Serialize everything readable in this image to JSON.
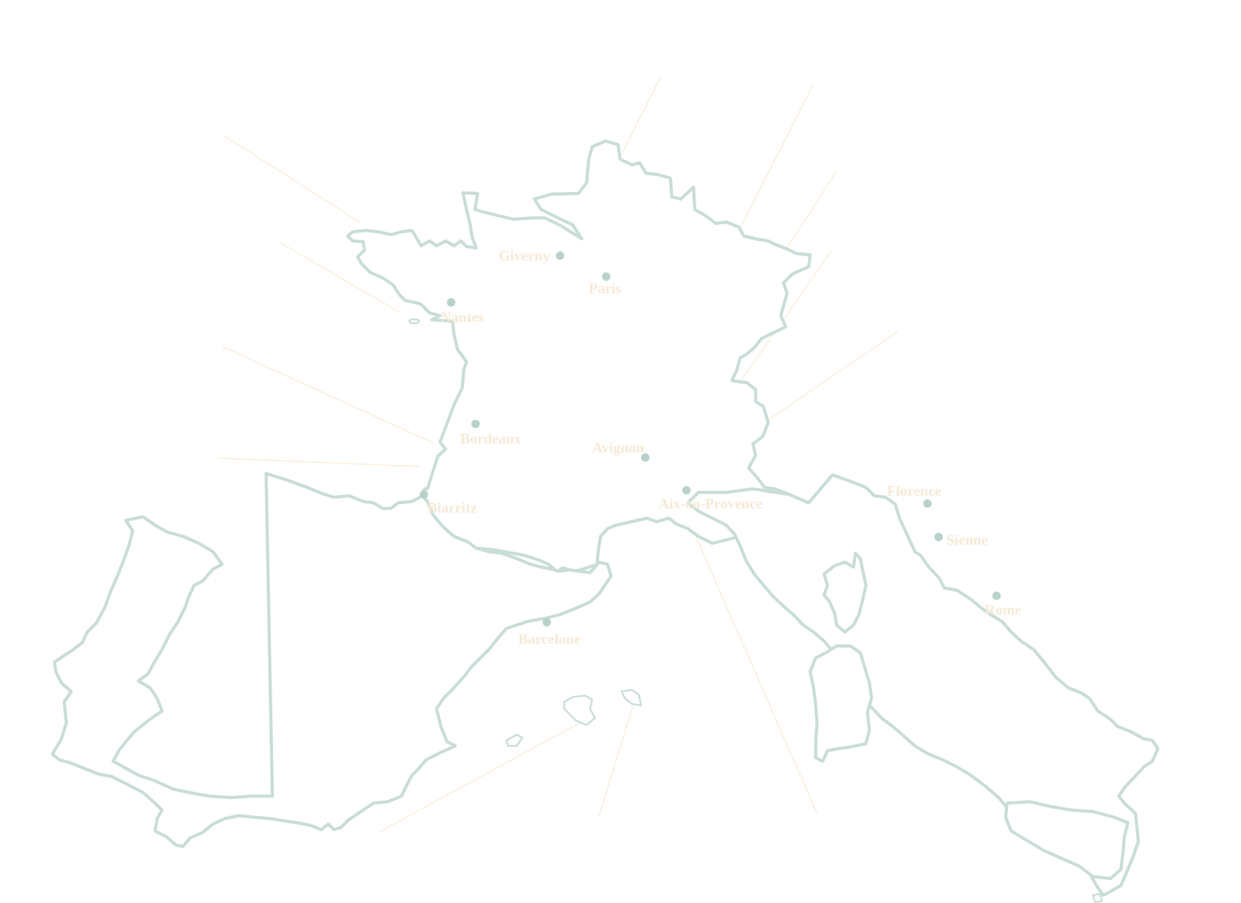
{
  "map": {
    "colors": {
      "background": "#ffffff",
      "coast": "#c9ddd6",
      "dot": "#b8d2ca",
      "label": "#f6ead6",
      "ray": "#f8ecd9"
    },
    "cities": [
      {
        "id": "giverny",
        "name": "Giverny"
      },
      {
        "id": "paris",
        "name": "Paris"
      },
      {
        "id": "nantes",
        "name": "Nantes"
      },
      {
        "id": "bordeaux",
        "name": "Bordeaux"
      },
      {
        "id": "avignon",
        "name": "Avignon"
      },
      {
        "id": "biarritz",
        "name": "Biarritz"
      },
      {
        "id": "aix",
        "name": "Aix-en-Provence"
      },
      {
        "id": "florence",
        "name": "Florence"
      },
      {
        "id": "sienne",
        "name": "Sienne"
      },
      {
        "id": "rome",
        "name": "Rome"
      },
      {
        "id": "barcelone",
        "name": "Barcelone"
      }
    ]
  }
}
